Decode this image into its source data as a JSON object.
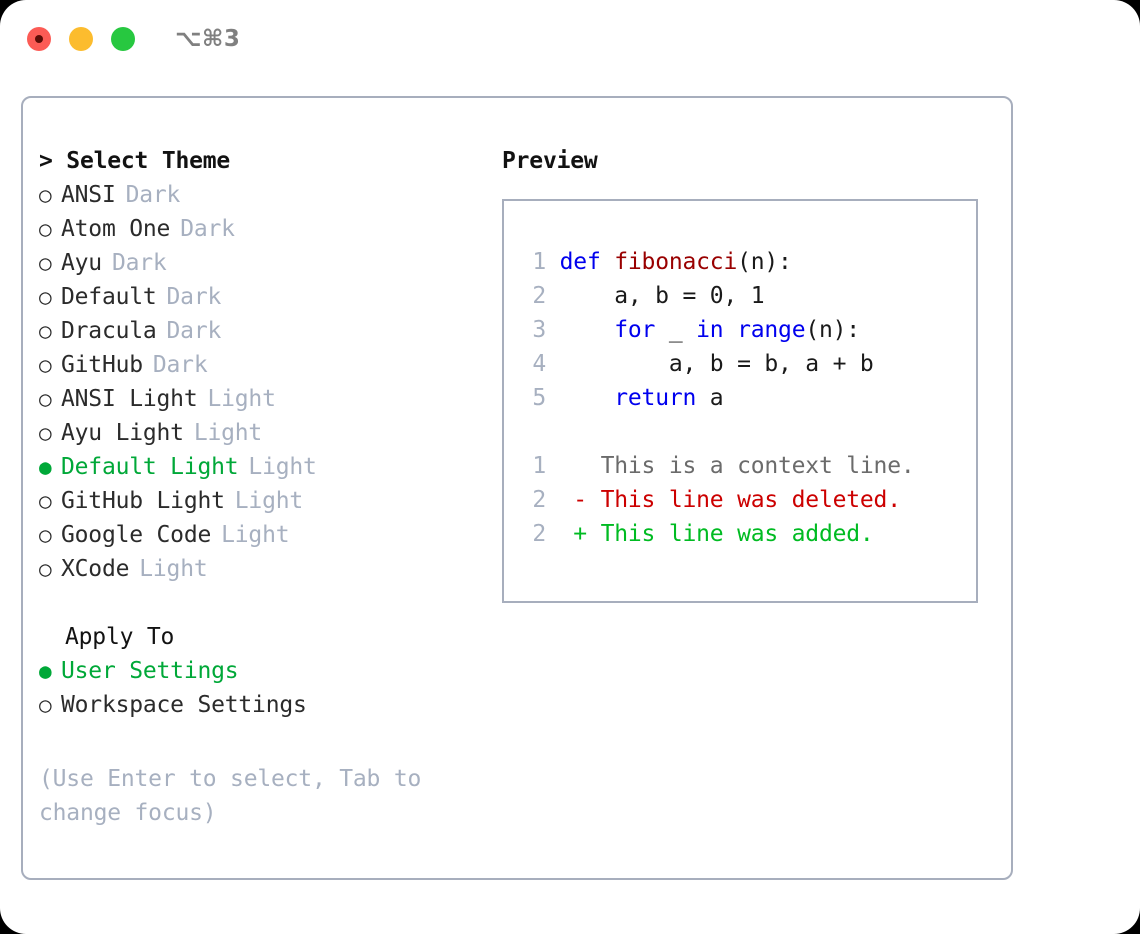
{
  "window": {
    "title": "⌥⌘3",
    "traffic_lights": [
      {
        "name": "close-button",
        "color": "#fc5b55"
      },
      {
        "name": "minimize-button",
        "color": "#fcbc2e"
      },
      {
        "name": "maximize-button",
        "color": "#27c840"
      }
    ]
  },
  "theme_picker": {
    "header": "> Select Theme",
    "items": [
      {
        "bullet": "○",
        "label": "ANSI",
        "tag": "Dark",
        "selected": false
      },
      {
        "bullet": "○",
        "label": "Atom One",
        "tag": "Dark",
        "selected": false
      },
      {
        "bullet": "○",
        "label": "Ayu",
        "tag": "Dark",
        "selected": false
      },
      {
        "bullet": "○",
        "label": "Default",
        "tag": "Dark",
        "selected": false
      },
      {
        "bullet": "○",
        "label": "Dracula",
        "tag": "Dark",
        "selected": false
      },
      {
        "bullet": "○",
        "label": "GitHub",
        "tag": "Dark",
        "selected": false
      },
      {
        "bullet": "○",
        "label": "ANSI Light",
        "tag": "Light",
        "selected": false
      },
      {
        "bullet": "○",
        "label": "Ayu Light",
        "tag": "Light",
        "selected": false
      },
      {
        "bullet": "●",
        "label": "Default Light",
        "tag": "Light",
        "selected": true
      },
      {
        "bullet": "○",
        "label": "GitHub Light",
        "tag": "Light",
        "selected": false
      },
      {
        "bullet": "○",
        "label": "Google Code",
        "tag": "Light",
        "selected": false
      },
      {
        "bullet": "○",
        "label": "XCode",
        "tag": "Light",
        "selected": false
      }
    ]
  },
  "apply_to": {
    "header": "Apply To",
    "items": [
      {
        "bullet": "●",
        "label": "User Settings",
        "selected": true
      },
      {
        "bullet": "○",
        "label": "Workspace Settings",
        "selected": false
      }
    ]
  },
  "hint": "(Use Enter to select, Tab to change focus)",
  "preview": {
    "title": "Preview",
    "code_lines": [
      {
        "no": "1",
        "tokens": [
          {
            "t": "def",
            "c": "kw"
          },
          {
            "t": " ",
            "c": "pl"
          },
          {
            "t": "fibonacci",
            "c": "fn"
          },
          {
            "t": "(n):",
            "c": "pl"
          }
        ]
      },
      {
        "no": "2",
        "tokens": [
          {
            "t": "    a, b = 0, 1",
            "c": "pl"
          }
        ]
      },
      {
        "no": "3",
        "tokens": [
          {
            "t": "    ",
            "c": "pl"
          },
          {
            "t": "for",
            "c": "kw"
          },
          {
            "t": " _ ",
            "c": "pl"
          },
          {
            "t": "in",
            "c": "kw"
          },
          {
            "t": " ",
            "c": "pl"
          },
          {
            "t": "range",
            "c": "kw"
          },
          {
            "t": "(n):",
            "c": "pl"
          }
        ]
      },
      {
        "no": "4",
        "tokens": [
          {
            "t": "        a, b = b, a + b",
            "c": "pl"
          }
        ]
      },
      {
        "no": "5",
        "tokens": [
          {
            "t": "    ",
            "c": "pl"
          },
          {
            "t": "return",
            "c": "kw"
          },
          {
            "t": " a",
            "c": "pl"
          }
        ]
      }
    ],
    "diff_lines": [
      {
        "no": "1",
        "marker": " ",
        "text": " This is a context line.",
        "kind": "diff-ctx"
      },
      {
        "no": "2",
        "marker": "-",
        "text": " This line was deleted.",
        "kind": "diff-del"
      },
      {
        "no": "2",
        "marker": "+",
        "text": " This line was added.",
        "kind": "diff-add"
      }
    ]
  },
  "colors": {
    "accent_green": "#00a838",
    "diff_add": "#00bb22",
    "diff_del": "#cc0000",
    "keyword_blue": "#0000ee",
    "function_red": "#990000",
    "muted": "#a7b0c0",
    "border": "#a7aebd"
  }
}
